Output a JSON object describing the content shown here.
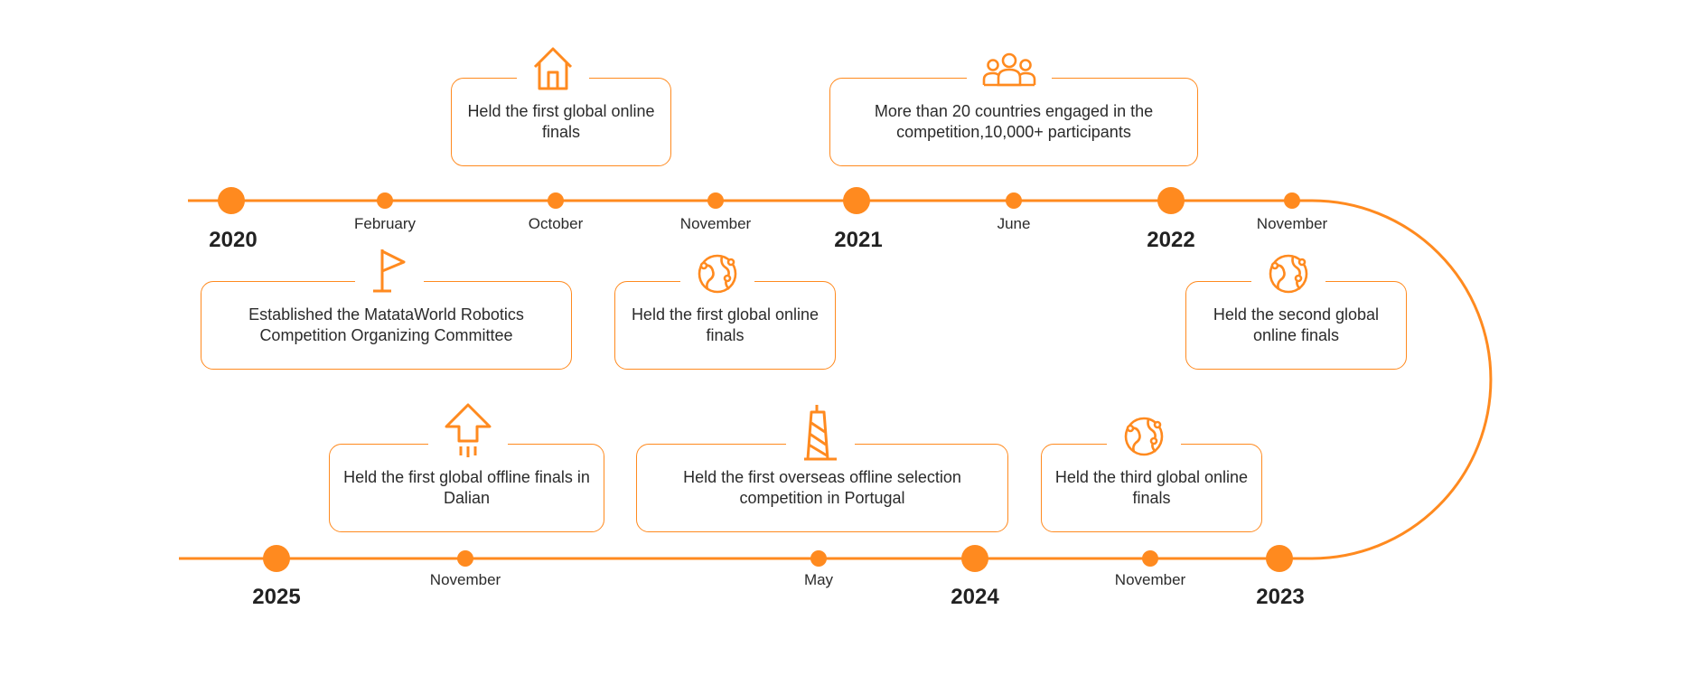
{
  "colors": {
    "accent": "#ff8a1f",
    "text": "#2b2b2b",
    "background": "#ffffff"
  },
  "years": [
    "2020",
    "2021",
    "2022",
    "2023",
    "2024",
    "2025"
  ],
  "months": {
    "feb2020": "February",
    "oct2020": "October",
    "nov2020": "November",
    "jun2021": "June",
    "nov2022": "November",
    "nov2023": "November",
    "may2024": "May",
    "nov2024": "November"
  },
  "events": {
    "oct2020": {
      "text": "Held the first global online finals",
      "icon": "house-icon"
    },
    "jun2021": {
      "text": "More than 20 countries engaged in the competition,10,000+ participants",
      "icon": "people-group-icon"
    },
    "feb2020": {
      "text": "Established the MatataWorld Robotics Competition Organizing Committee",
      "icon": "flag-icon"
    },
    "nov2020": {
      "text": "Held the first global online finals",
      "icon": "globe-icon"
    },
    "nov2022": {
      "text": "Held the second global online finals",
      "icon": "globe-icon"
    },
    "nov2024": {
      "text": "Held the first global offline finals in Dalian",
      "icon": "upload-arrow-icon"
    },
    "may2024": {
      "text": "Held the first overseas offline selection competition in Portugal",
      "icon": "tower-icon"
    },
    "nov2023": {
      "text": "Held the third global online finals",
      "icon": "globe-icon"
    }
  }
}
